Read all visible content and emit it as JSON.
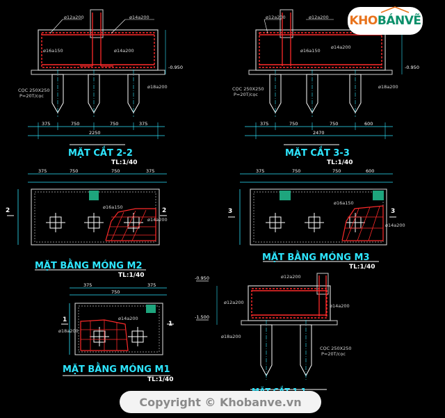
{
  "logo": {
    "part1": "KHO",
    "part2": "BÁNVẼ"
  },
  "copyright": "Copyright © Khobanve.vn",
  "sections": {
    "s22": {
      "title": "MẶT CẮT 2-2",
      "scale": "TL:1/40"
    },
    "s33": {
      "title": "MẶT CẮT 3-3",
      "scale": "TL:1/40"
    },
    "m2": {
      "title": "MẶT BẰNG MÓNG M2",
      "scale": "TL:1/40",
      "mark": "2"
    },
    "m3": {
      "title": "MẶT BẰNG MÓNG M3",
      "scale": "TL:1/40",
      "mark": "3"
    },
    "m1": {
      "title": "MẶT BẰNG MÓNG M1",
      "scale": "TL:1/40",
      "mark": "1"
    },
    "s11": {
      "title": "MẶT CẮT 1-1"
    }
  },
  "labels": {
    "rebar_top": "ø12a200",
    "rebar_14": "ø14a200",
    "rebar_16": "ø16a150",
    "rebar_18": "ø18a200",
    "pile_spec": "CỌC 250X250",
    "pile_load": "P=20T/cọc",
    "dim_total_22": "2250",
    "dim_total_33": "2470",
    "dim_750": "750",
    "dim_375": "375",
    "dim_600": "600",
    "level_a": "-0.950",
    "level_b": "-1.500"
  }
}
